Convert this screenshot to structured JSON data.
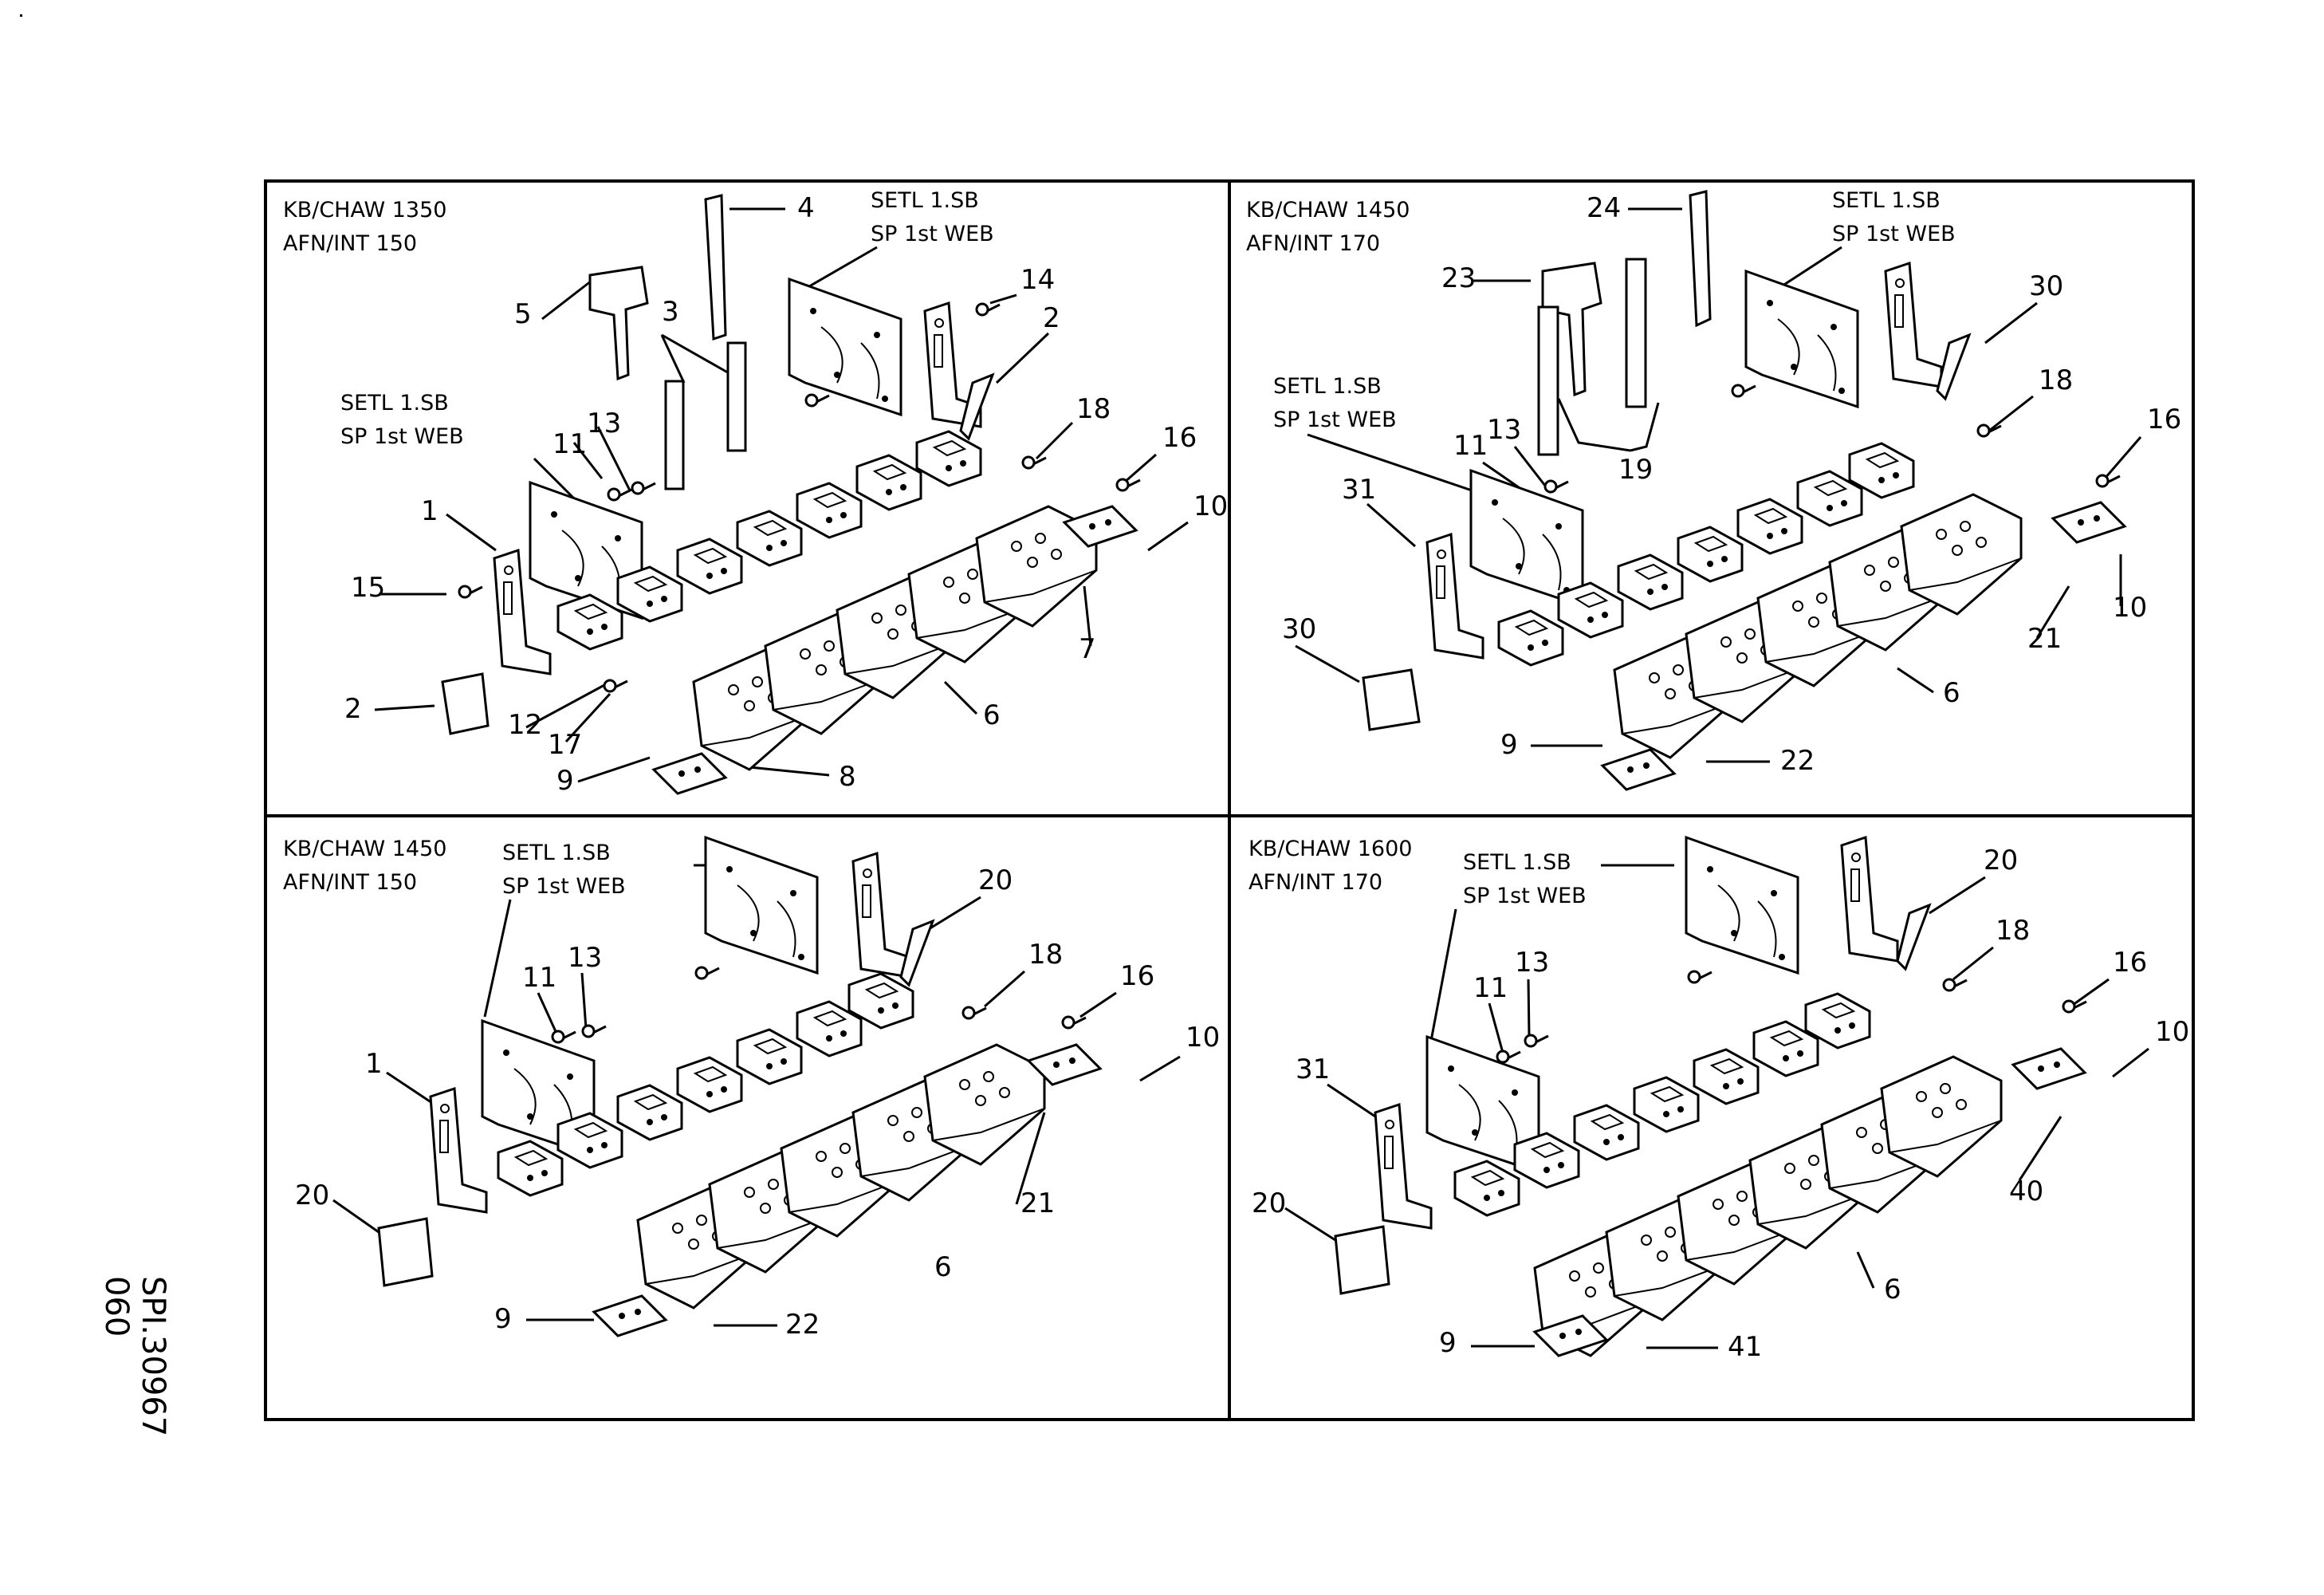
{
  "drawing": {
    "ref_number": "SPI.30967",
    "sheet_code": "060"
  },
  "panels": [
    {
      "id": "tl",
      "header": [
        "KB/CHAW 1350",
        "AFN/INT 150"
      ],
      "setl": [
        "SETL 1.SB",
        "SP 1st WEB"
      ],
      "setl2": [
        "SETL 1.SB",
        "SP 1st WEB"
      ],
      "callouts": [
        "1",
        "2",
        "2",
        "3",
        "4",
        "5",
        "6",
        "7",
        "8",
        "9",
        "10",
        "11",
        "12",
        "13",
        "14",
        "15",
        "16",
        "17",
        "18"
      ]
    },
    {
      "id": "tr",
      "header": [
        "KB/CHAW 1450",
        "AFN/INT 170"
      ],
      "setl": [
        "SETL 1.SB",
        "SP 1st WEB"
      ],
      "setl2": [
        "SETL 1.SB",
        "SP 1st WEB"
      ],
      "callouts": [
        "6",
        "9",
        "10",
        "11",
        "13",
        "16",
        "18",
        "19",
        "21",
        "22",
        "23",
        "24",
        "30",
        "30",
        "31"
      ]
    },
    {
      "id": "bl",
      "header": [
        "KB/CHAW 1450",
        "AFN/INT 150"
      ],
      "setl": [
        "SETL 1.SB",
        "SP 1st WEB"
      ],
      "callouts": [
        "1",
        "6",
        "9",
        "10",
        "11",
        "13",
        "16",
        "18",
        "20",
        "20",
        "21",
        "22"
      ]
    },
    {
      "id": "br",
      "header": [
        "KB/CHAW 1600",
        "AFN/INT 170"
      ],
      "setl": [
        "SETL 1.SB",
        "SP 1st WEB"
      ],
      "callouts": [
        "6",
        "9",
        "10",
        "11",
        "13",
        "16",
        "18",
        "20",
        "20",
        "31",
        "40",
        "41"
      ]
    }
  ]
}
